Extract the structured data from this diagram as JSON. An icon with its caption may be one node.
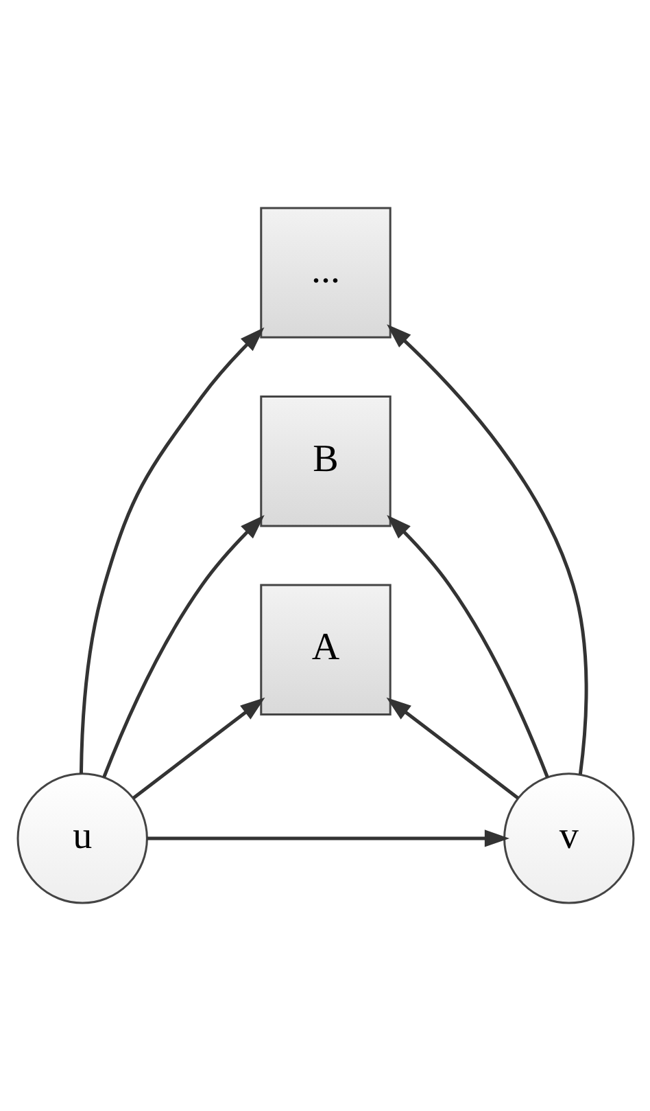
{
  "diagram": {
    "nodes": [
      {
        "text": [
          "..."
        ]
      },
      {
        "text": [
          "B"
        ]
      },
      {
        "text": [
          "A"
        ]
      },
      {
        "text": [
          "u"
        ]
      },
      {
        "text": [
          "v"
        ]
      }
    ],
    "edges": [
      {
        "from": 3,
        "to": 2,
        "arrow": "to"
      },
      {
        "from": 3,
        "to": 1,
        "arrow": "to"
      },
      {
        "from": 3,
        "to": 0,
        "arrow": "to"
      },
      {
        "from": 4,
        "to": 2,
        "arrow": "to"
      },
      {
        "from": 4,
        "to": 1,
        "arrow": "to"
      },
      {
        "from": 4,
        "to": 0,
        "arrow": "to"
      },
      {
        "from": 3,
        "to": 4,
        "arrow": "to"
      }
    ]
  }
}
